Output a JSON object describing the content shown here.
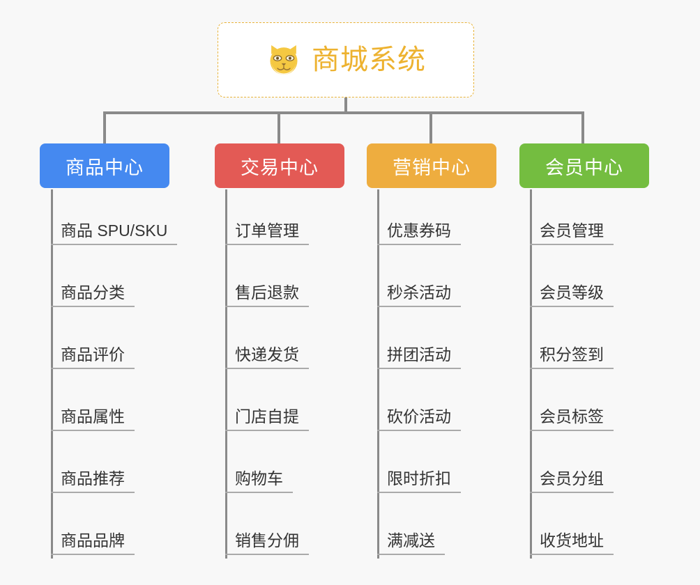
{
  "root": {
    "title": "商城系统",
    "icon": "shiba-dog-face-icon",
    "border_color": "#e8b339",
    "text_color": "#edb230",
    "background": "#ffffff"
  },
  "canvas": {
    "background": "#f8f8f8",
    "connector_color": "#8a8a8a"
  },
  "branches": [
    {
      "label": "商品中心",
      "color": "#4589f0",
      "items": [
        "商品 SPU/SKU",
        "商品分类",
        "商品评价",
        "商品属性",
        "商品推荐",
        "商品品牌"
      ]
    },
    {
      "label": "交易中心",
      "color": "#e35a55",
      "items": [
        "订单管理",
        "售后退款",
        "快递发货",
        "门店自提",
        "购物车",
        "销售分佣"
      ]
    },
    {
      "label": "营销中心",
      "color": "#eead3f",
      "items": [
        "优惠券码",
        "秒杀活动",
        "拼团活动",
        "砍价活动",
        "限时折扣",
        "满减送"
      ]
    },
    {
      "label": "会员中心",
      "color": "#74bd40",
      "items": [
        "会员管理",
        "会员等级",
        "积分签到",
        "会员标签",
        "会员分组",
        "收货地址"
      ]
    }
  ]
}
